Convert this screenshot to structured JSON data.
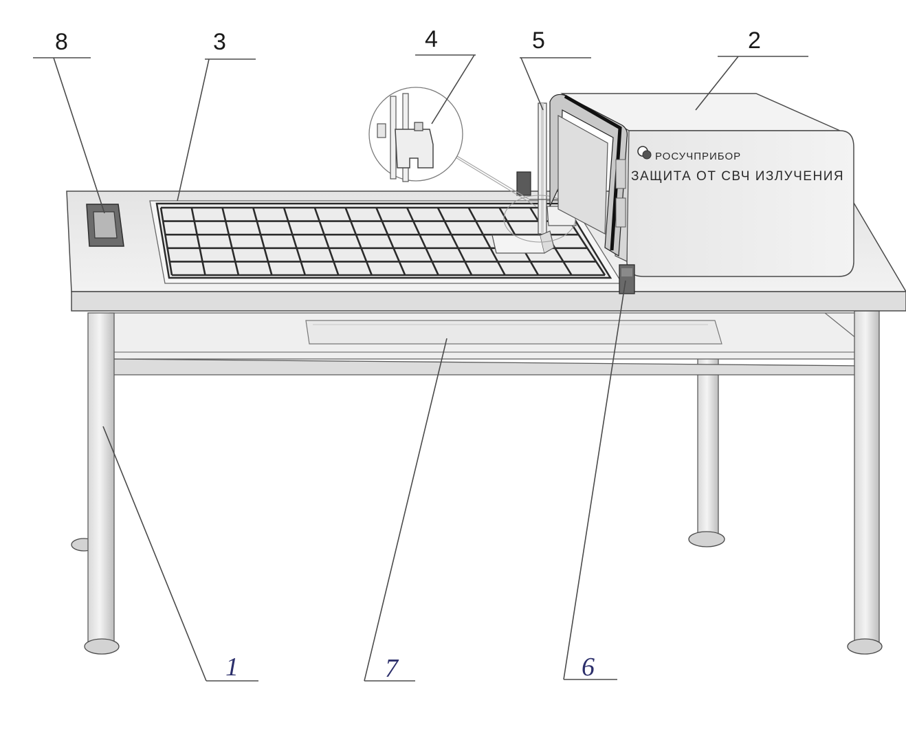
{
  "device": {
    "brand": "РОСУЧПРИБОР",
    "caption": "ЗАЩИТА ОТ СВЧ ИЗЛУЧЕНИЯ"
  },
  "callouts": {
    "c1": "1",
    "c2": "2",
    "c3": "3",
    "c4": "4",
    "c5": "5",
    "c6": "6",
    "c7": "7",
    "c8": "8"
  },
  "grid": {
    "columns": 13,
    "rows": 5
  },
  "colors": {
    "line": "#3a3a3a",
    "surface": "#e9e9e9",
    "shade": "#d2d2d2",
    "grid": "#2b2b2b",
    "handwritten": "#2c2f6b"
  },
  "icons": [
    "logo-icon"
  ]
}
